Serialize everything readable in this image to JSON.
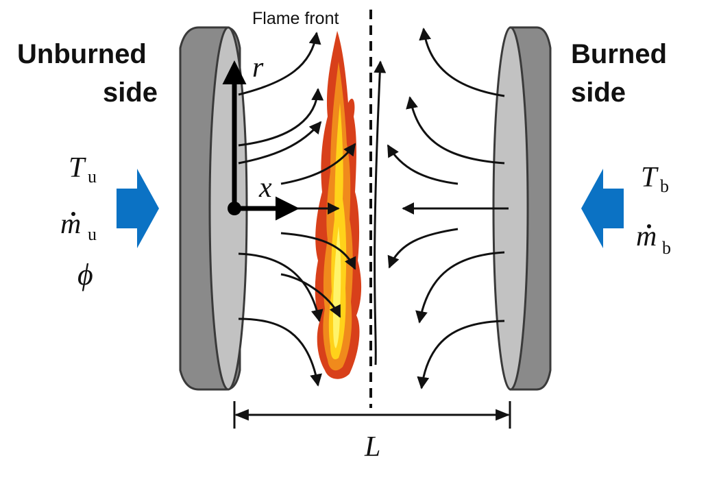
{
  "labels": {
    "flame_front": "Flame front",
    "unburned_line1": "Unburned",
    "unburned_line2": "side",
    "burned_line1": "Burned",
    "burned_line2": "side",
    "axis_r": "r",
    "axis_x": "x",
    "length": "L"
  },
  "unburned_inputs": {
    "T_symbol": "T",
    "T_sub": "u",
    "m_symbol": "m",
    "m_sub": "u",
    "phi": "ϕ"
  },
  "burned_inputs": {
    "T_symbol": "T",
    "T_sub": "b",
    "m_symbol": "m",
    "m_sub": "b"
  },
  "colors": {
    "inlet_arrow": "#0b72c4",
    "plate_face": "#c2c2c2",
    "plate_rim": "#8a8a8a",
    "plate_outline": "#3a3a3a",
    "flame_outer": "#d8401a",
    "flame_mid": "#f08a1c",
    "flame_inner": "#ffd21a",
    "flame_core": "#fff46a"
  },
  "icons": {
    "left_inlet": "right-arrow-icon",
    "right_inlet": "left-arrow-icon"
  }
}
